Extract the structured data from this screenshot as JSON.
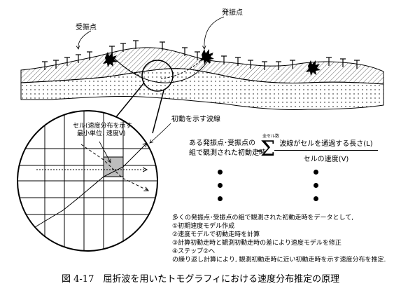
{
  "labels": {
    "receiver": "受振点",
    "source": "発振点",
    "cell_line1": "セル(速度分布を示す",
    "cell_line2": "最小単位. 速度V)",
    "first_arrival_wave": "初動を示す波線"
  },
  "formula": {
    "lhs_line1": "ある発振点･受振点の",
    "lhs_line2": "組で観測された初動走時",
    "equals": "=",
    "sigma": "Σ",
    "sigma_label": "全セル数",
    "numerator": "波線がセルを通過する長さ(L)",
    "denominator": "セルの速度(V)"
  },
  "procedure": [
    "多くの発振点･受振点の組で観測された初動走時をデータとして,",
    "①初期速度モデル作成",
    "②速度モデルで初動走時を計算",
    "③計算初動走時と観測初動走時の差により速度モデルを修正",
    "④ステップ②へ",
    "の繰り返し計算により, 観測初動走時に近い初動走時を示す速度分布を推定."
  ],
  "caption": "図 4-17　屈折波を用いたトモグラフィにおける速度分布推定の原理"
}
